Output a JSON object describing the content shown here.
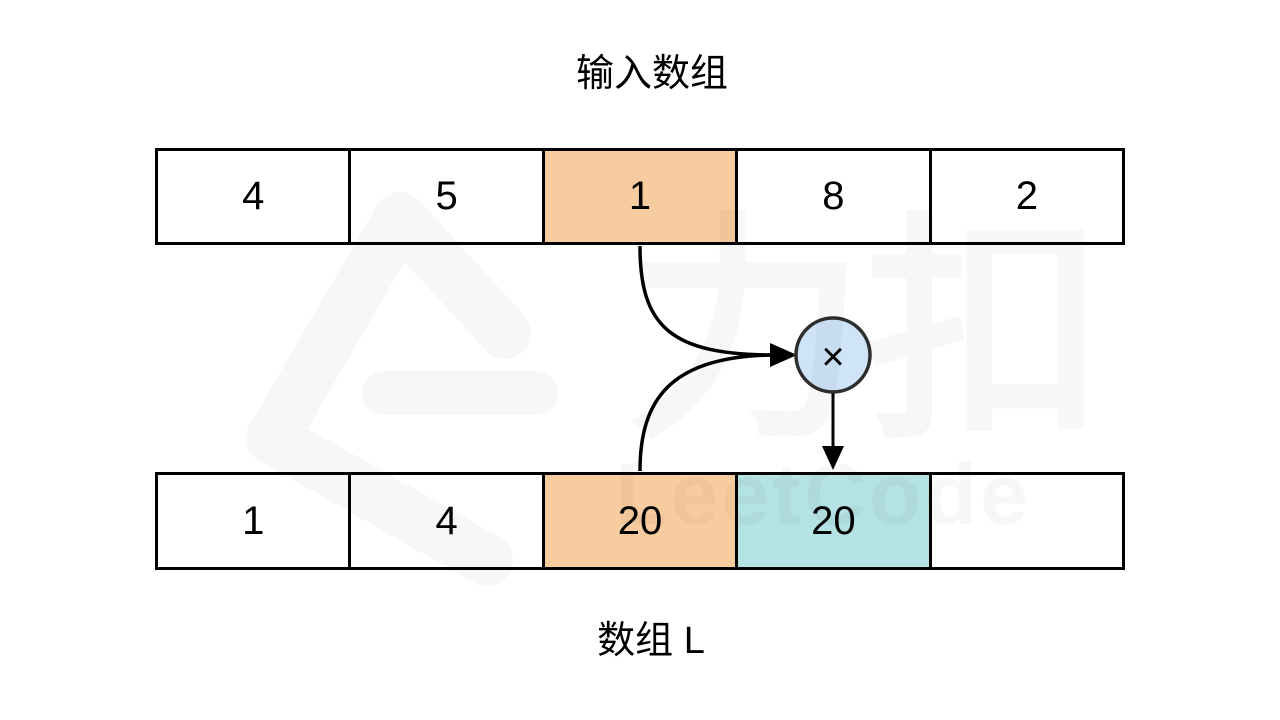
{
  "title": "输入数组",
  "bottom_label": "数组 L",
  "top_array": {
    "label": "输入数组",
    "cells": [
      {
        "value": "4",
        "highlight": "none"
      },
      {
        "value": "5",
        "highlight": "none"
      },
      {
        "value": "1",
        "highlight": "orange"
      },
      {
        "value": "8",
        "highlight": "none"
      },
      {
        "value": "2",
        "highlight": "none"
      }
    ]
  },
  "bottom_array": {
    "label": "数组 L",
    "cells": [
      {
        "value": "1",
        "highlight": "none"
      },
      {
        "value": "4",
        "highlight": "none"
      },
      {
        "value": "20",
        "highlight": "orange"
      },
      {
        "value": "20",
        "highlight": "teal"
      },
      {
        "value": "",
        "highlight": "none"
      }
    ]
  },
  "operator": {
    "symbol": "×",
    "name": "multiply"
  },
  "watermark": {
    "text_cn": "力扣",
    "text_en": "LeetCode"
  },
  "colors": {
    "orange": "#F7CC9E",
    "teal": "#B5E2E2",
    "operator_fill": "#CFE4F8",
    "operator_stroke": "#2E2E2E",
    "line": "#000000",
    "watermark": "rgba(0,0,0,0.032)"
  }
}
